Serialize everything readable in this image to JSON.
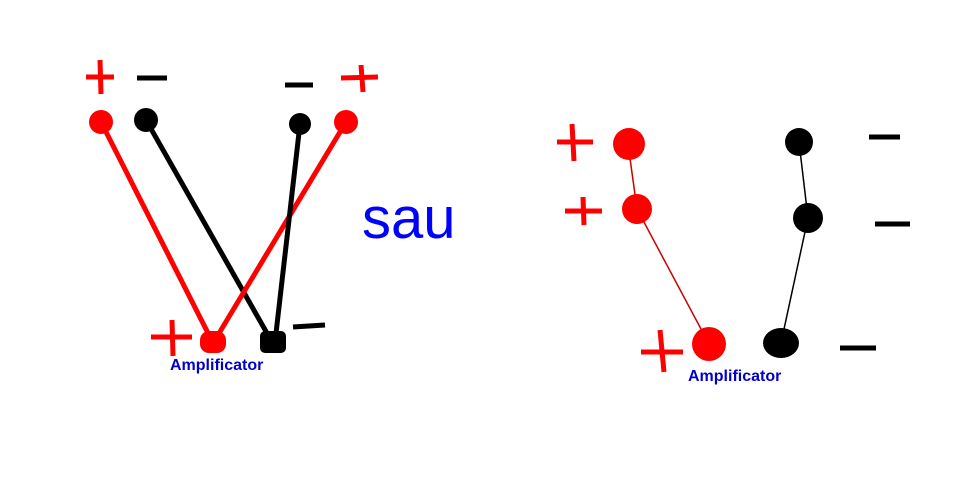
{
  "title_word": "sau",
  "left_diagram": {
    "label": "Amplificator",
    "description_terminals": [
      "+",
      "-",
      "-",
      "+"
    ],
    "amplifier_terminals": [
      "+",
      "-"
    ]
  },
  "right_diagram": {
    "label": "Amplificator",
    "speaker_terminals": [
      "+",
      "+",
      "-",
      "-"
    ],
    "amplifier_terminals": [
      "+",
      "-"
    ]
  },
  "colors": {
    "positive": "#ff0000",
    "negative": "#000000",
    "text": "#0000ff"
  }
}
